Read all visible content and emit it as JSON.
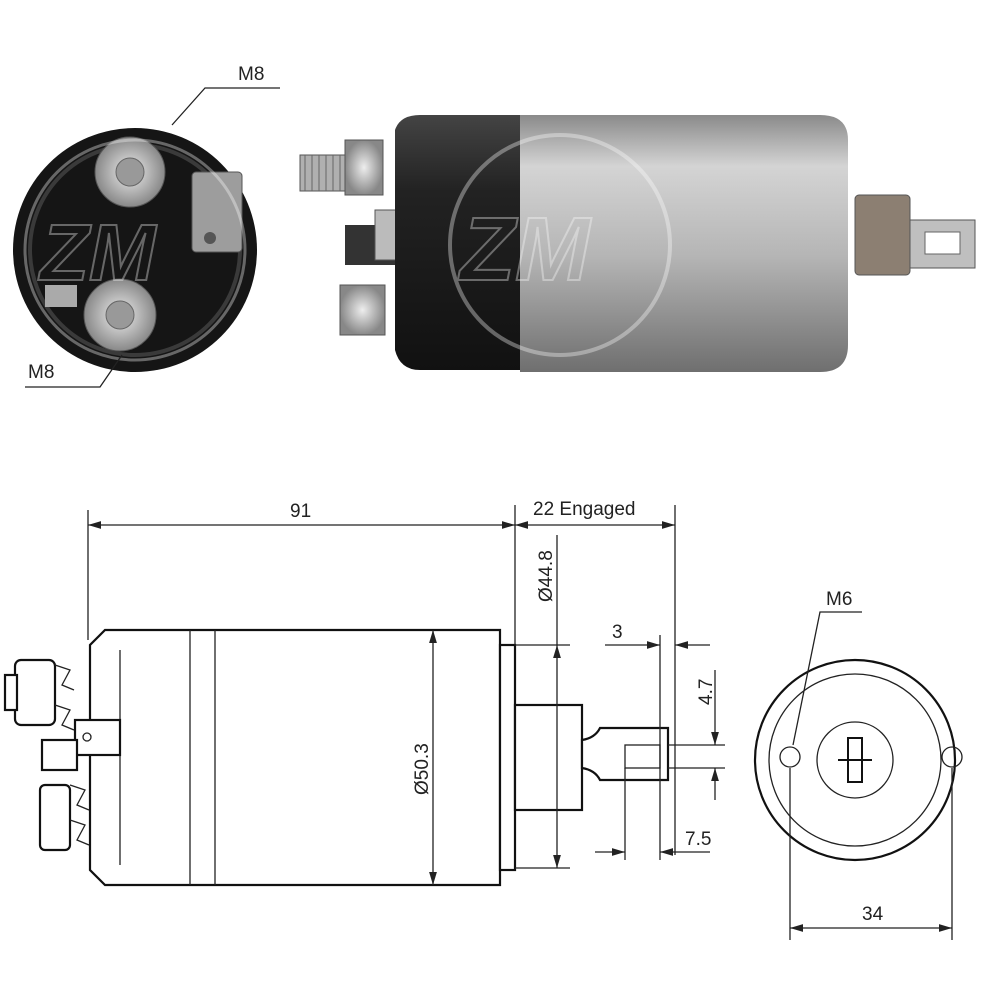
{
  "labels": {
    "top_terminal": "M8",
    "bottom_terminal": "M8",
    "length": "91",
    "engaged": "22 Engaged",
    "dia_rear": "Ø44.8",
    "dia_body": "Ø50.3",
    "tab_offset": "3",
    "slot_width": "4.7",
    "tab_length": "7.5",
    "mount_thread": "M6",
    "hole_spacing": "34"
  },
  "watermark": {
    "logo": "ZM"
  },
  "colors": {
    "line": "#222222",
    "photo_body": "#b9b9b9",
    "photo_cap": "#1c1c1c"
  }
}
